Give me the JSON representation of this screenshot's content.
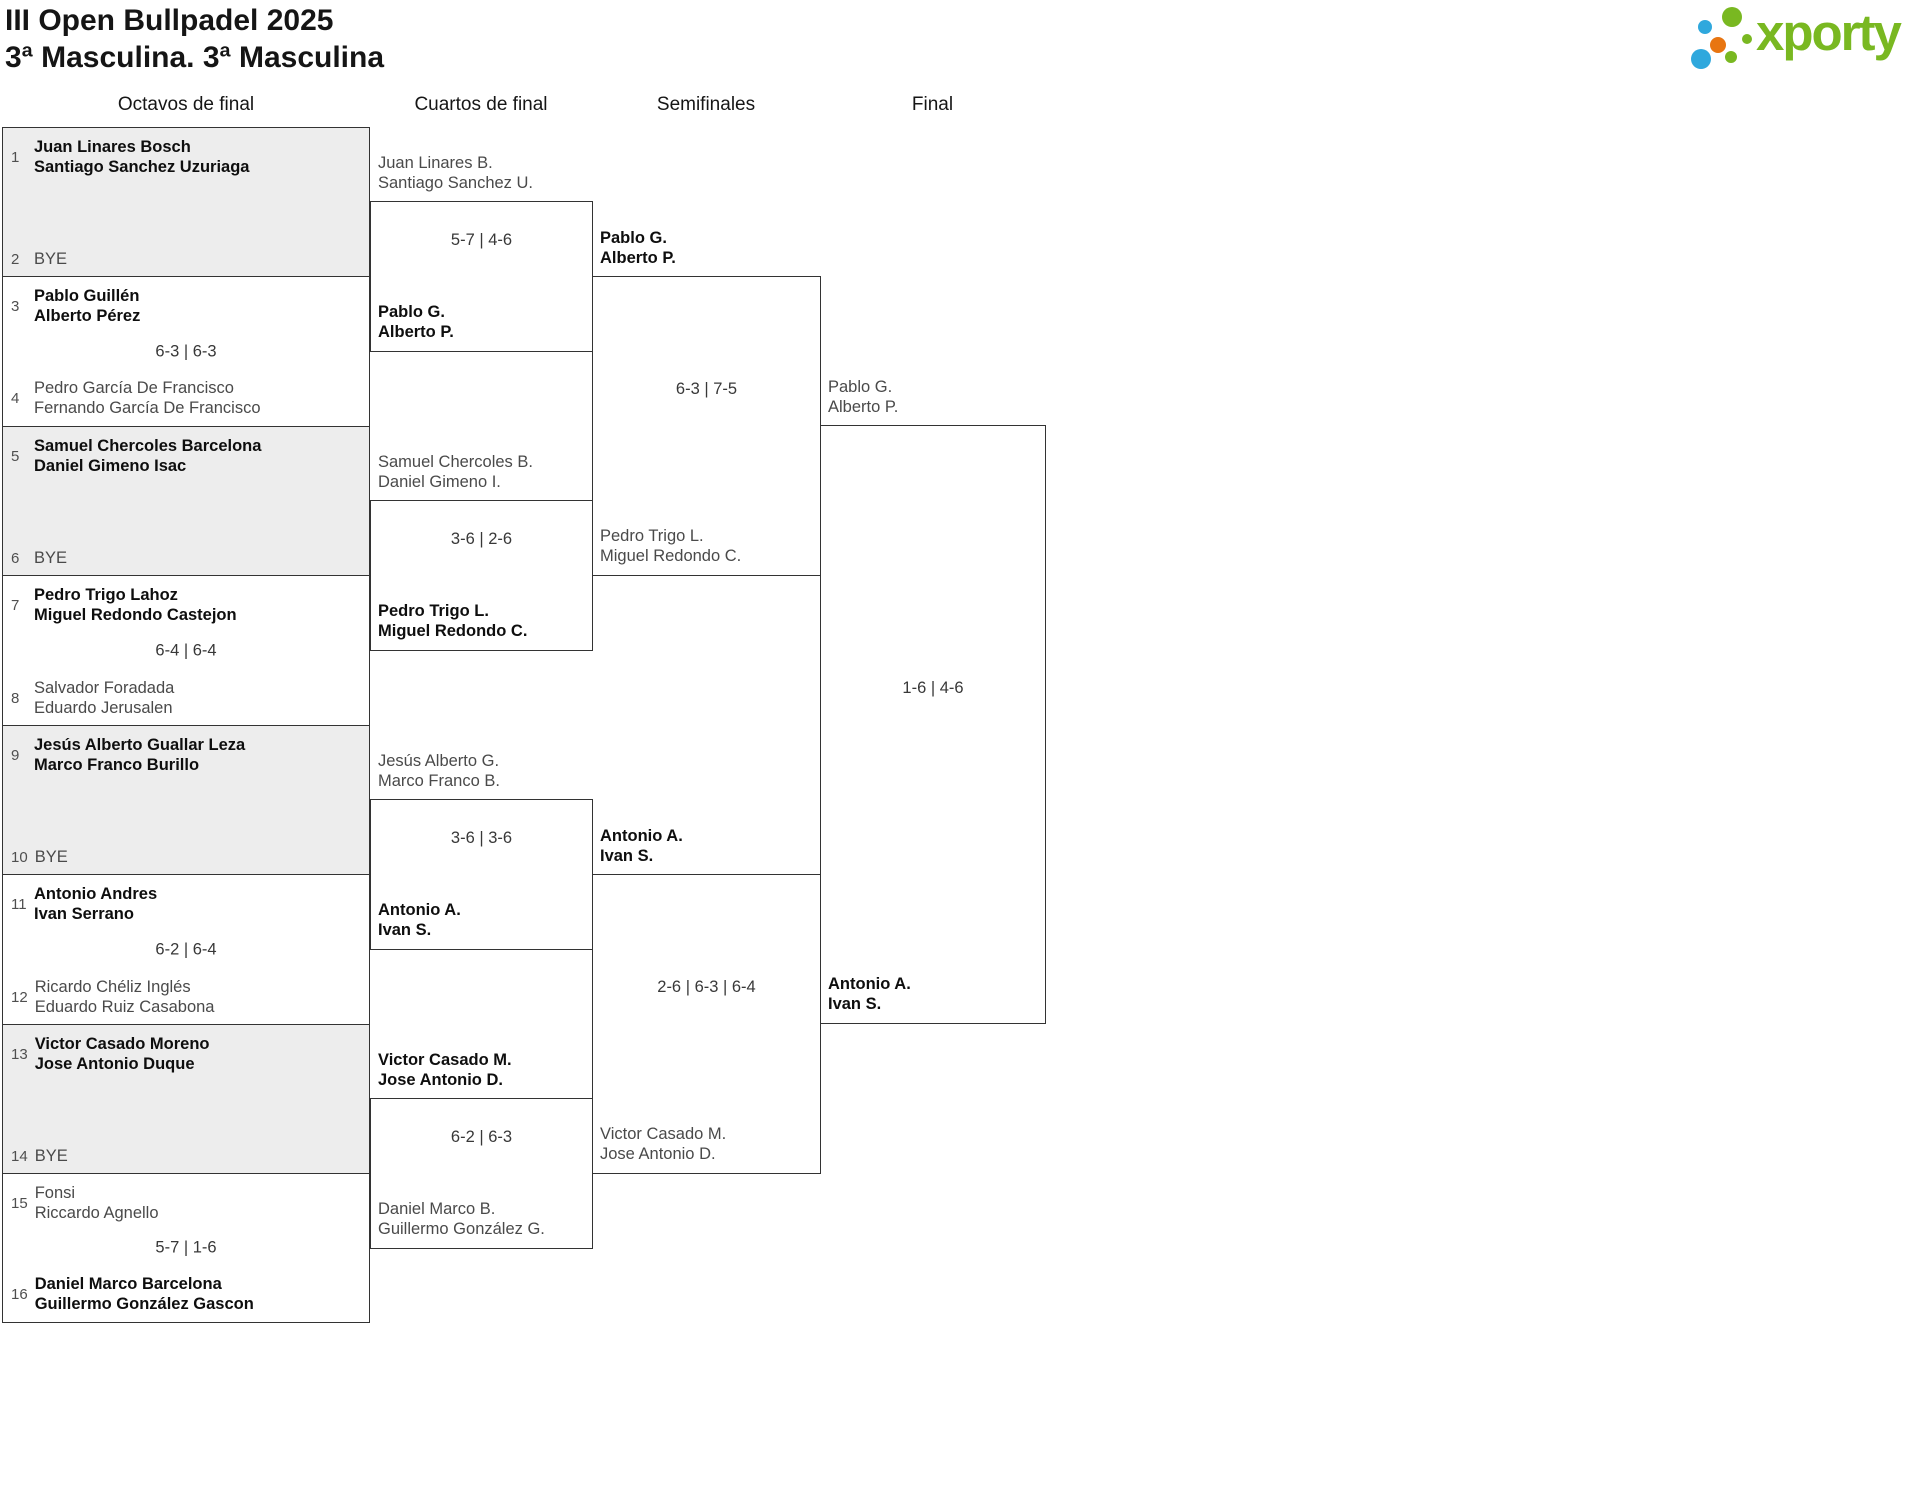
{
  "header": {
    "title": "III Open Bullpadel 2025",
    "subtitle": "3ª Masculina. 3ª Masculina"
  },
  "logo": {
    "brand": "xporty",
    "green": "#79b821",
    "blue": "#2fa8dd",
    "orange": "#e87511"
  },
  "rounds": [
    {
      "label": "Octavos de final"
    },
    {
      "label": "Cuartos de final"
    },
    {
      "label": "Semifinales"
    },
    {
      "label": "Final"
    }
  ],
  "bracket": {
    "octavos": [
      {
        "top_seed": "1",
        "bottom_seed": "2",
        "score": "",
        "top": {
          "name": "Juan Linares Bosch\nSantiago Sanchez Uzuriaga",
          "winner": true
        },
        "bottom": {
          "name": "BYE",
          "winner": false
        }
      },
      {
        "top_seed": "3",
        "bottom_seed": "4",
        "score": "6-3 | 6-3",
        "top": {
          "name": "Pablo Guillén\nAlberto Pérez",
          "winner": true
        },
        "bottom": {
          "name": "Pedro García De Francisco\nFernando García De Francisco",
          "winner": false
        }
      },
      {
        "top_seed": "5",
        "bottom_seed": "6",
        "score": "",
        "top": {
          "name": "Samuel Chercoles Barcelona\nDaniel Gimeno Isac",
          "winner": true
        },
        "bottom": {
          "name": "BYE",
          "winner": false
        }
      },
      {
        "top_seed": "7",
        "bottom_seed": "8",
        "score": "6-4 | 6-4",
        "top": {
          "name": "Pedro Trigo Lahoz\nMiguel Redondo Castejon",
          "winner": true
        },
        "bottom": {
          "name": "Salvador Foradada\nEduardo Jerusalen",
          "winner": false
        }
      },
      {
        "top_seed": "9",
        "bottom_seed": "10",
        "score": "",
        "top": {
          "name": "Jesús Alberto Guallar Leza\nMarco Franco Burillo",
          "winner": true
        },
        "bottom": {
          "name": "BYE",
          "winner": false
        }
      },
      {
        "top_seed": "11",
        "bottom_seed": "12",
        "score": "6-2 | 6-4",
        "top": {
          "name": "Antonio Andres\nIvan Serrano",
          "winner": true
        },
        "bottom": {
          "name": "Ricardo Chéliz Inglés\nEduardo Ruiz Casabona",
          "winner": false
        }
      },
      {
        "top_seed": "13",
        "bottom_seed": "14",
        "score": "",
        "top": {
          "name": "Victor Casado Moreno\nJose Antonio Duque",
          "winner": true
        },
        "bottom": {
          "name": "BYE",
          "winner": false
        }
      },
      {
        "top_seed": "15",
        "bottom_seed": "16",
        "score": "5-7 | 1-6",
        "top": {
          "name": "Fonsi\nRiccardo Agnello",
          "winner": false
        },
        "bottom": {
          "name": "Daniel Marco Barcelona\nGuillermo González Gascon",
          "winner": true
        }
      }
    ],
    "cuartos": [
      {
        "score": "5-7 | 4-6",
        "top": {
          "name": "Juan Linares B.\nSantiago Sanchez U.",
          "winner": false
        },
        "bottom": {
          "name": "Pablo G.\nAlberto P.",
          "winner": true
        }
      },
      {
        "score": "3-6 | 2-6",
        "top": {
          "name": "Samuel Chercoles B.\nDaniel Gimeno I.",
          "winner": false
        },
        "bottom": {
          "name": "Pedro Trigo L.\nMiguel Redondo C.",
          "winner": true
        }
      },
      {
        "score": "3-6 | 3-6",
        "top": {
          "name": "Jesús Alberto G.\nMarco Franco B.",
          "winner": false
        },
        "bottom": {
          "name": "Antonio A.\nIvan S.",
          "winner": true
        }
      },
      {
        "score": "6-2 | 6-3",
        "top": {
          "name": "Victor Casado M.\nJose Antonio D.",
          "winner": true
        },
        "bottom": {
          "name": "Daniel Marco B.\nGuillermo González G.",
          "winner": false
        }
      }
    ],
    "semifinales": [
      {
        "score": "6-3 | 7-5",
        "top": {
          "name": "Pablo G.\nAlberto P.",
          "winner": true
        },
        "bottom": {
          "name": "Pedro Trigo L.\nMiguel Redondo C.",
          "winner": false
        }
      },
      {
        "score": "2-6 | 6-3 | 6-4",
        "top": {
          "name": "Antonio A.\nIvan S.",
          "winner": true
        },
        "bottom": {
          "name": "Victor Casado M.\nJose Antonio D.",
          "winner": false
        }
      }
    ],
    "final": [
      {
        "score": "1-6 | 4-6",
        "top": {
          "name": "Pablo G.\nAlberto P.",
          "winner": false
        },
        "bottom": {
          "name": "Antonio A.\nIvan S.",
          "winner": true
        }
      }
    ]
  }
}
